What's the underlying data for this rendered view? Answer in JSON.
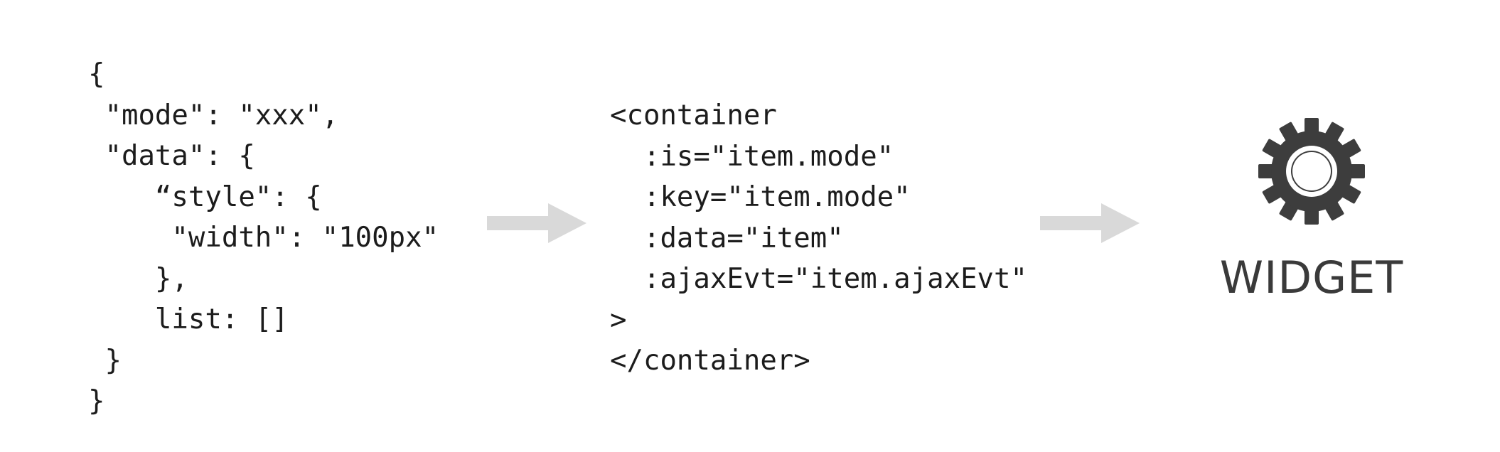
{
  "json_code": {
    "lines": [
      "{",
      " \"mode\": \"xxx\",",
      " \"data\": {",
      "    “style\": {",
      "     \"width\": \"100px\"",
      "    },",
      "    list: []",
      " }",
      "}"
    ]
  },
  "template_code": {
    "lines": [
      "<container",
      "  :is=\"item.mode\"",
      "  :key=\"item.mode\"",
      "  :data=\"item\"",
      "  :ajaxEvt=\"item.ajaxEvt\"",
      ">",
      "</container>"
    ]
  },
  "widget": {
    "label": "WIDGET",
    "icon": "gear-icon"
  },
  "colors": {
    "arrow": "#d9d9d9",
    "gear": "#3d3d3d",
    "text": "#1c1c1c"
  }
}
